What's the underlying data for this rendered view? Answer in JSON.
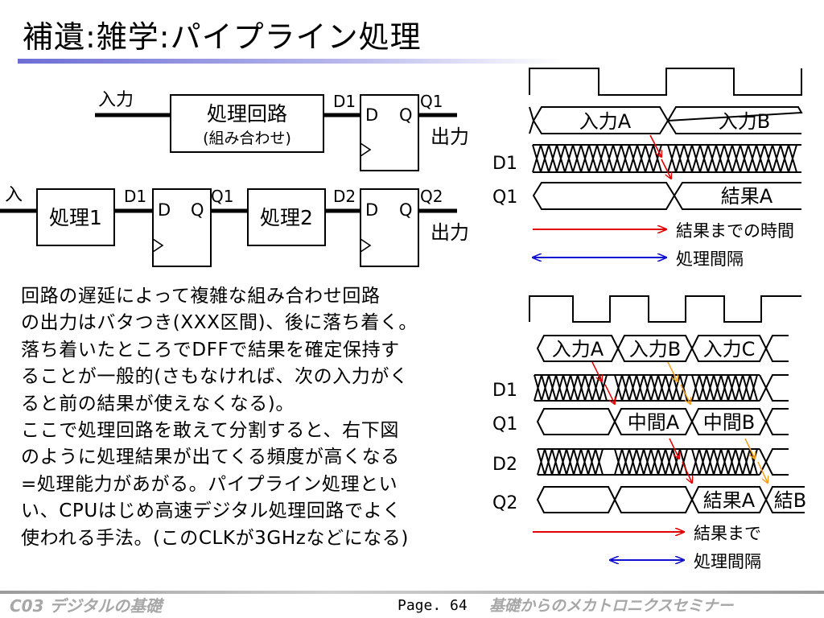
{
  "title": "補遺:雑学:パイプライン処理",
  "circuit": {
    "top": {
      "input": "入力",
      "block_title": "処理回路",
      "block_sub": "(組み合わせ)",
      "d1": "D1",
      "q1": "Q1",
      "ff_d": "D",
      "ff_q": "Q",
      "output": "出力"
    },
    "bottom": {
      "input": "入",
      "proc1": "処理1",
      "d1": "D1",
      "q1": "Q1",
      "proc2": "処理2",
      "d2": "D2",
      "q2": "Q2",
      "ff_d": "D",
      "ff_q": "Q",
      "output": "出力"
    }
  },
  "timing_top": {
    "rows": [
      "D1",
      "Q1"
    ],
    "bus_input_a": "入力A",
    "bus_input_b": "入力B",
    "q1_result": "結果A",
    "legend_red": "結果までの時間",
    "legend_blue": "処理間隔"
  },
  "timing_bottom": {
    "rows": [
      "D1",
      "Q1",
      "D2",
      "Q2"
    ],
    "bus_input_a": "入力A",
    "bus_input_b": "入力B",
    "bus_input_c": "入力C",
    "mid_a": "中間A",
    "mid_b": "中間B",
    "res_a": "結果A",
    "res_b": "結B",
    "legend_red": "結果まで",
    "legend_blue": "処理間隔"
  },
  "body_lines": [
    "回路の遅延によって複雑な組み合わせ回路",
    "の出力はバタつき(XXX区間)、後に落ち着く。",
    "落ち着いたところでDFFで結果を確定保持す",
    "ることが一般的(さもなければ、次の入力がく",
    "ると前の結果が使えなくなる)。",
    "ここで処理回路を敢えて分割すると、右下図",
    "のように処理結果が出てくる頻度が高くなる",
    "=処理能力があがる。パイプライン処理とい",
    "い、CPUはじめ高速デジタル処理回路でよく",
    "使われる手法。(このCLKが3GHzなどになる)"
  ],
  "footer": {
    "left": "C03 デジタルの基礎",
    "page": "Page. 64",
    "right": "基礎からのメカトロニクスセミナー"
  },
  "colors": {
    "red_arrow": "#e00000",
    "blue_arrow": "#1010d0",
    "orange_arrow": "#f0a020"
  }
}
